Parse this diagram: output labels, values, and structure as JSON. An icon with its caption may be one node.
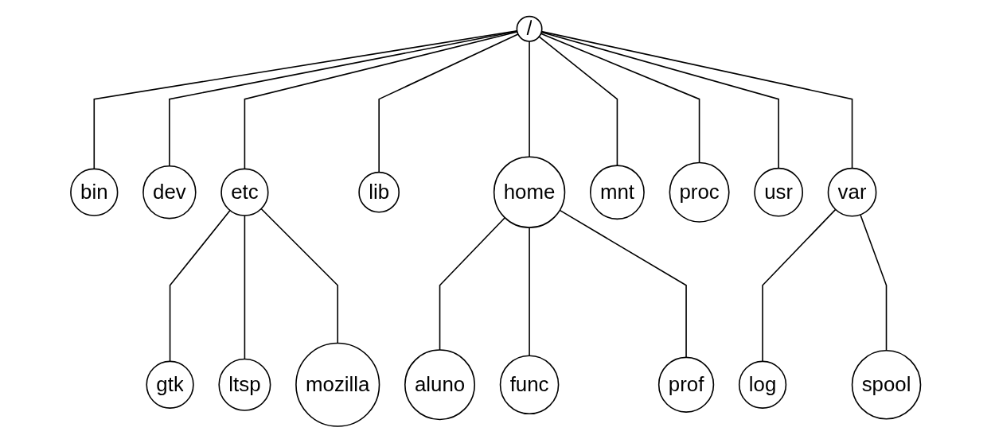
{
  "diagram": {
    "nodes": [
      {
        "text": [
          "/"
        ]
      },
      {
        "text": [
          "bin"
        ]
      },
      {
        "text": [
          "dev"
        ]
      },
      {
        "text": [
          "etc"
        ]
      },
      {
        "text": [
          "lib"
        ]
      },
      {
        "text": [
          "home"
        ]
      },
      {
        "text": [
          "mnt"
        ]
      },
      {
        "text": [
          "proc"
        ]
      },
      {
        "text": [
          "usr"
        ]
      },
      {
        "text": [
          "var"
        ]
      },
      {
        "text": [
          "gtk"
        ]
      },
      {
        "text": [
          "ltsp"
        ]
      },
      {
        "text": [
          "mozilla"
        ]
      },
      {
        "text": [
          "aluno"
        ]
      },
      {
        "text": [
          "func"
        ]
      },
      {
        "text": [
          "prof"
        ]
      },
      {
        "text": [
          "log"
        ]
      },
      {
        "text": [
          "spool"
        ]
      }
    ],
    "edges": [
      {
        "from": 0,
        "to": 1,
        "arrow": "none"
      },
      {
        "from": 0,
        "to": 2,
        "arrow": "none"
      },
      {
        "from": 0,
        "to": 3,
        "arrow": "none"
      },
      {
        "from": 0,
        "to": 4,
        "arrow": "none"
      },
      {
        "from": 0,
        "to": 5,
        "arrow": "none"
      },
      {
        "from": 0,
        "to": 6,
        "arrow": "none"
      },
      {
        "from": 0,
        "to": 7,
        "arrow": "none"
      },
      {
        "from": 0,
        "to": 8,
        "arrow": "none"
      },
      {
        "from": 0,
        "to": 9,
        "arrow": "none"
      },
      {
        "from": 3,
        "to": 10,
        "arrow": "none"
      },
      {
        "from": 3,
        "to": 11,
        "arrow": "none"
      },
      {
        "from": 3,
        "to": 12,
        "arrow": "none"
      },
      {
        "from": 5,
        "to": 13,
        "arrow": "none"
      },
      {
        "from": 5,
        "to": 14,
        "arrow": "none"
      },
      {
        "from": 5,
        "to": 15,
        "arrow": "none"
      },
      {
        "from": 9,
        "to": 16,
        "arrow": "none"
      },
      {
        "from": 9,
        "to": 17,
        "arrow": "none"
      }
    ]
  }
}
